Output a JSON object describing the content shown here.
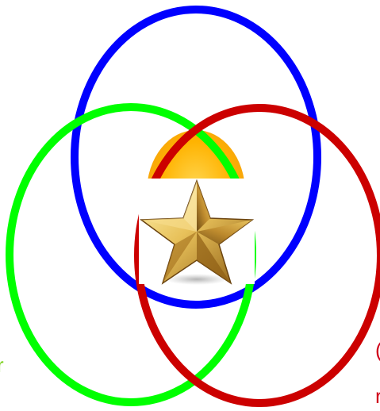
{
  "diagram": {
    "type": "venn",
    "circles": [
      {
        "id": "blue",
        "color": "#0000ff"
      },
      {
        "id": "green",
        "color": "#00ff00"
      },
      {
        "id": "red",
        "color": "#cc0000"
      }
    ],
    "center_fill_color": "#ffb300",
    "center_icon": "gold-star-icon",
    "background_color": "#ffffff"
  },
  "labels": {
    "left": "r",
    "right_top": "(",
    "right_bottom": "r"
  }
}
